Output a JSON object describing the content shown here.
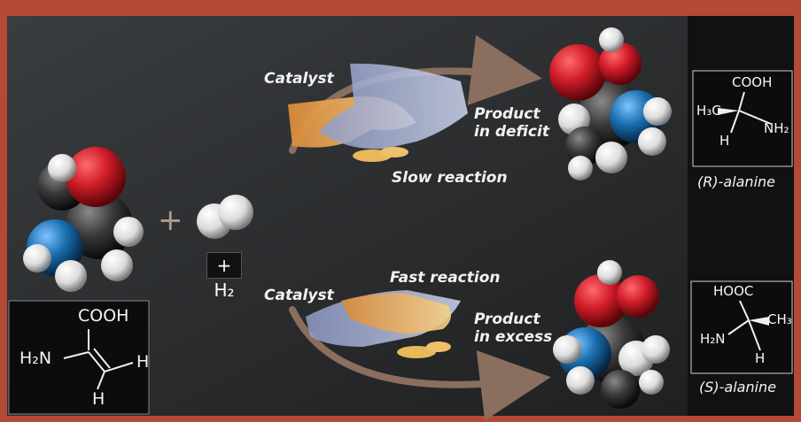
{
  "plus_sign": "+",
  "reagent": {
    "h2_label": "+ H₂"
  },
  "reactant": {
    "formula_cooh": "COOH",
    "formula_h2n": "H₂N",
    "formula_h_right": "H",
    "formula_h_bottom": "H"
  },
  "top_pathway": {
    "catalyst_label": "Catalyst",
    "rate_label": "Slow reaction",
    "product_label_line1": "Product",
    "product_label_line2": "in deficit"
  },
  "bottom_pathway": {
    "catalyst_label": "Catalyst",
    "rate_label": "Fast reaction",
    "product_label_line1": "Product",
    "product_label_line2": "in excess"
  },
  "r_alanine": {
    "cooh": "COOH",
    "h3c": "H₃C",
    "nh2": "NH₂",
    "h": "H",
    "name": "(R)-alanine"
  },
  "s_alanine": {
    "hooc": "HOOC",
    "ch3": "CH₃",
    "h2n": "H₂N",
    "h": "H",
    "name": "(S)-alanine"
  },
  "colors": {
    "frame": "#b24a36",
    "background": "#2a2c2e",
    "oxygen": "#d01c2a",
    "nitrogen": "#1a6fb0",
    "carbon": "#3a3a3a",
    "hydrogen": "#eeeeee",
    "arrow": "#8a6e5e"
  }
}
